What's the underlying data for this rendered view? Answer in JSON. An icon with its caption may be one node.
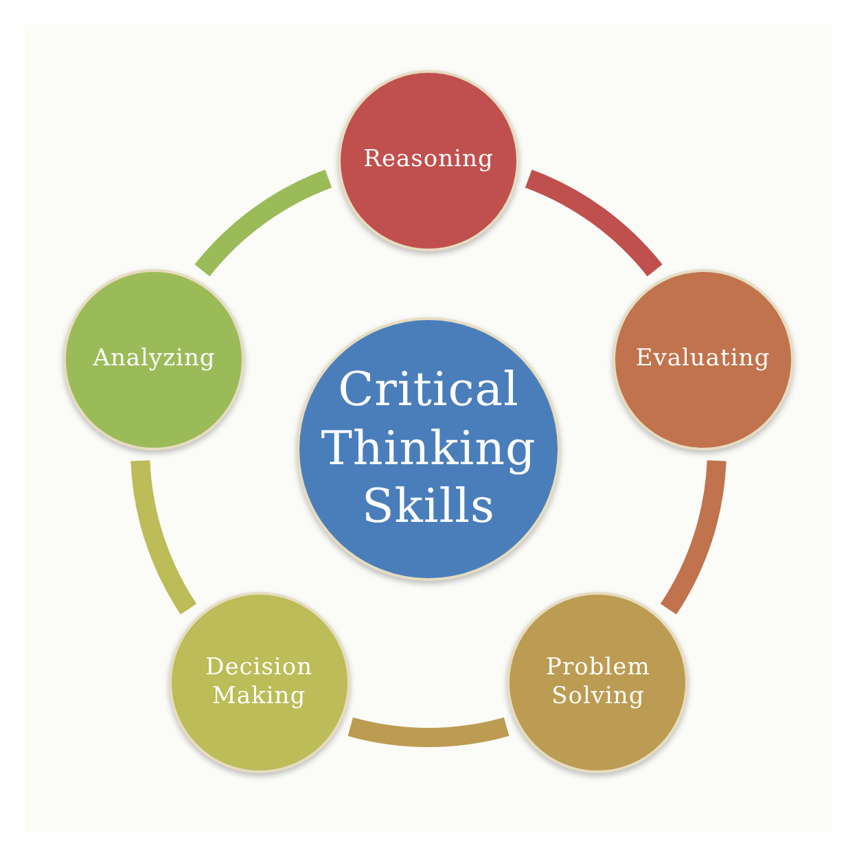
{
  "diagram": {
    "nodes": [
      {
        "text": [
          "Critical Thinking Skills"
        ]
      },
      {
        "text": [
          "Reasoning"
        ]
      },
      {
        "text": [
          "Evaluating"
        ]
      },
      {
        "text": [
          "Problem Solving"
        ]
      },
      {
        "text": [
          "Decision Making"
        ]
      },
      {
        "text": [
          "Analyzing"
        ]
      }
    ],
    "edges": [
      {
        "from": 1,
        "to": 2,
        "arrow": "none",
        "color": "#c0504d"
      },
      {
        "from": 2,
        "to": 3,
        "arrow": "none",
        "color": "#c0734d"
      },
      {
        "from": 3,
        "to": 4,
        "arrow": "none",
        "color": "#bc9c52"
      },
      {
        "from": 4,
        "to": 5,
        "arrow": "none",
        "color": "#bcbc58"
      },
      {
        "from": 5,
        "to": 1,
        "arrow": "none",
        "color": "#9bbb59"
      }
    ]
  }
}
